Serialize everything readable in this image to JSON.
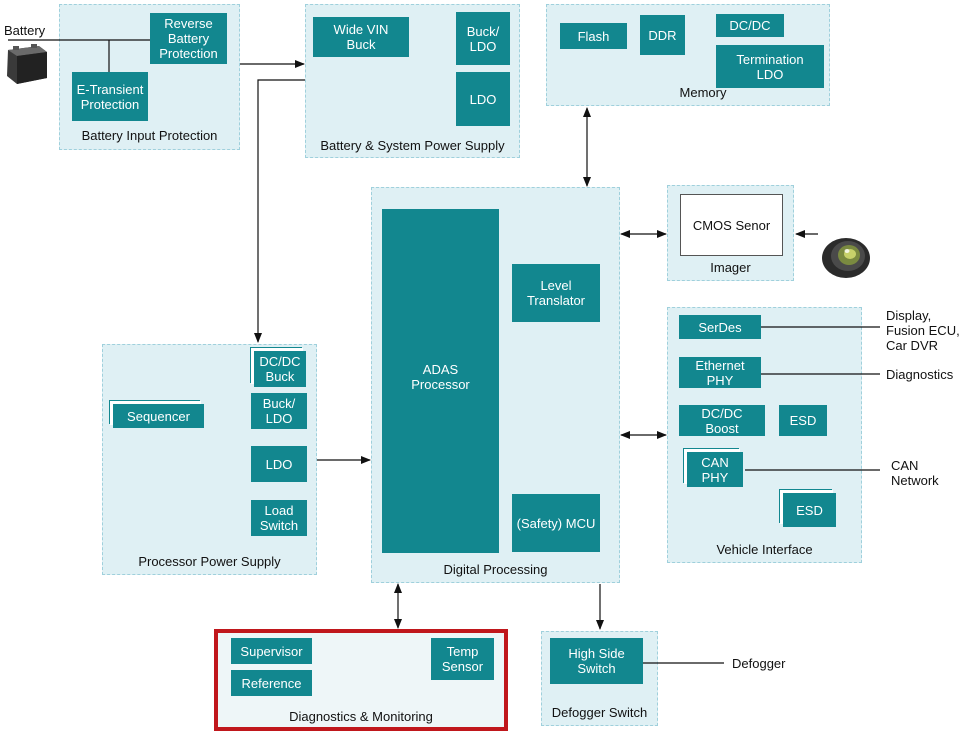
{
  "groups": {
    "battery_input": "Battery Input Protection",
    "system_supply": "Battery & System Power Supply",
    "memory": "Memory",
    "imager": "Imager",
    "processor_supply": "Processor Power Supply",
    "digital_processing": "Digital Processing",
    "vehicle_interface": "Vehicle Interface",
    "diagnostics": "Diagnostics & Monitoring",
    "defogger_switch": "Defogger Switch"
  },
  "blocks": {
    "reverse_battery": "Reverse\nBattery\nProtection",
    "e_transient": "E-Transient\nProtection",
    "wide_vin_buck": "Wide VIN\nBuck",
    "buck_ldo_sys": "Buck/\nLDO",
    "ldo_sys": "LDO",
    "flash": "Flash",
    "ddr": "DDR",
    "dcdc_mem": "DC/DC",
    "termination_ldo": "Termination\nLDO",
    "cmos_sensor": "CMOS Senor",
    "sequencer": "Sequencer",
    "dcdc_buck": "DC/DC\nBuck",
    "buck_ldo_proc": "Buck/\nLDO",
    "ldo_proc": "LDO",
    "load_switch": "Load\nSwitch",
    "adas_processor": "ADAS\nProcessor",
    "level_translator": "Level\nTranslator",
    "safety_mcu": "(Safety) MCU",
    "serdes": "SerDes",
    "ethernet_phy": "Ethernet\nPHY",
    "dcdc_boost": "DC/DC\nBoost",
    "esd_1": "ESD",
    "can_phy": "CAN\nPHY",
    "esd_2": "ESD",
    "supervisor": "Supervisor",
    "reference": "Reference",
    "temp_sensor": "Temp\nSensor",
    "high_side_switch": "High Side\nSwitch"
  },
  "external": {
    "battery": "Battery",
    "display": "Display,\nFusion ECU,\nCar DVR",
    "diagnostics": "Diagnostics",
    "can_network": "CAN\nNetwork",
    "defogger": "Defogger"
  },
  "colors": {
    "block": "#12878f",
    "group_fill": "#dff0f4",
    "group_border": "#9fd0dc",
    "highlight": "#c0171c"
  }
}
